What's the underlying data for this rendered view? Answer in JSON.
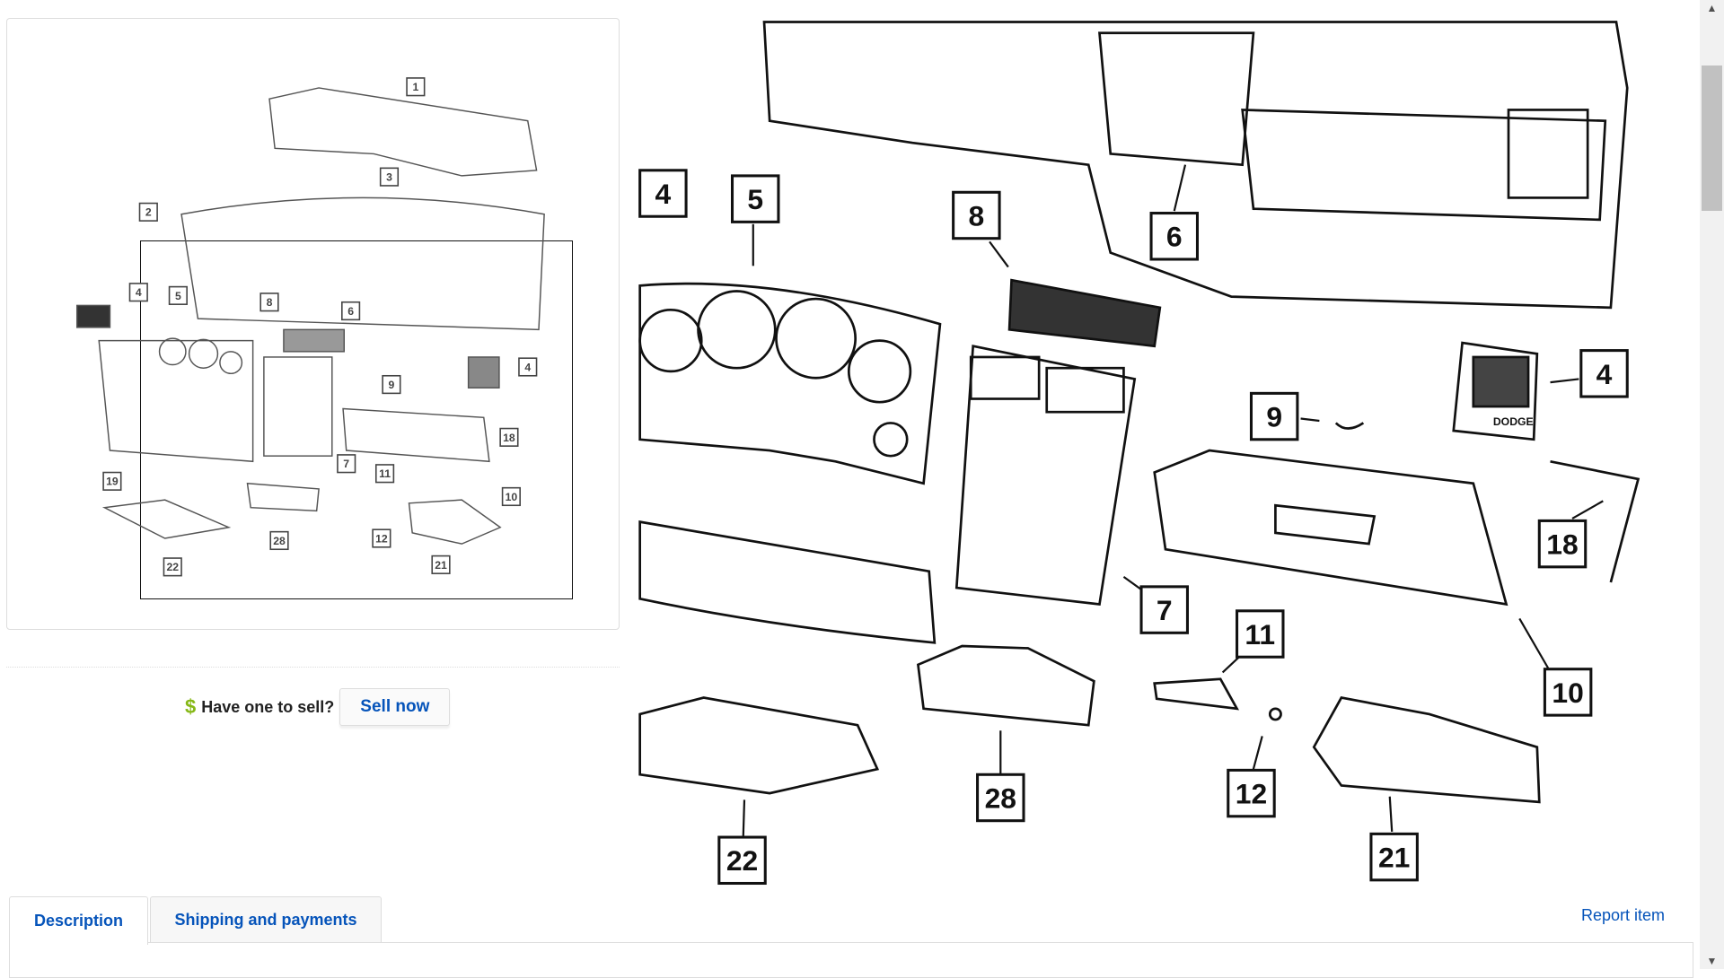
{
  "thumbnail": {
    "callouts": [
      "1",
      "3",
      "2",
      "4",
      "5",
      "8",
      "6",
      "4",
      "9",
      "18",
      "7",
      "11",
      "10",
      "19",
      "28",
      "12",
      "22",
      "21"
    ]
  },
  "zoom_view": {
    "callouts": [
      "4",
      "5",
      "8",
      "6",
      "4",
      "9",
      "18",
      "7",
      "11",
      "10",
      "28",
      "12",
      "22",
      "21"
    ],
    "brand_text": "DODGE"
  },
  "sell": {
    "icon": "dollar-icon",
    "dollar": "$",
    "question": "Have one to sell?",
    "button": "Sell now"
  },
  "tabs": [
    {
      "label": "Description",
      "active": true
    },
    {
      "label": "Shipping and payments",
      "active": false
    }
  ],
  "report_item": "Report item",
  "scrollbar": {
    "up": "▲",
    "down": "▼"
  },
  "colors": {
    "link": "#0654ba",
    "dollar": "#86b817"
  }
}
